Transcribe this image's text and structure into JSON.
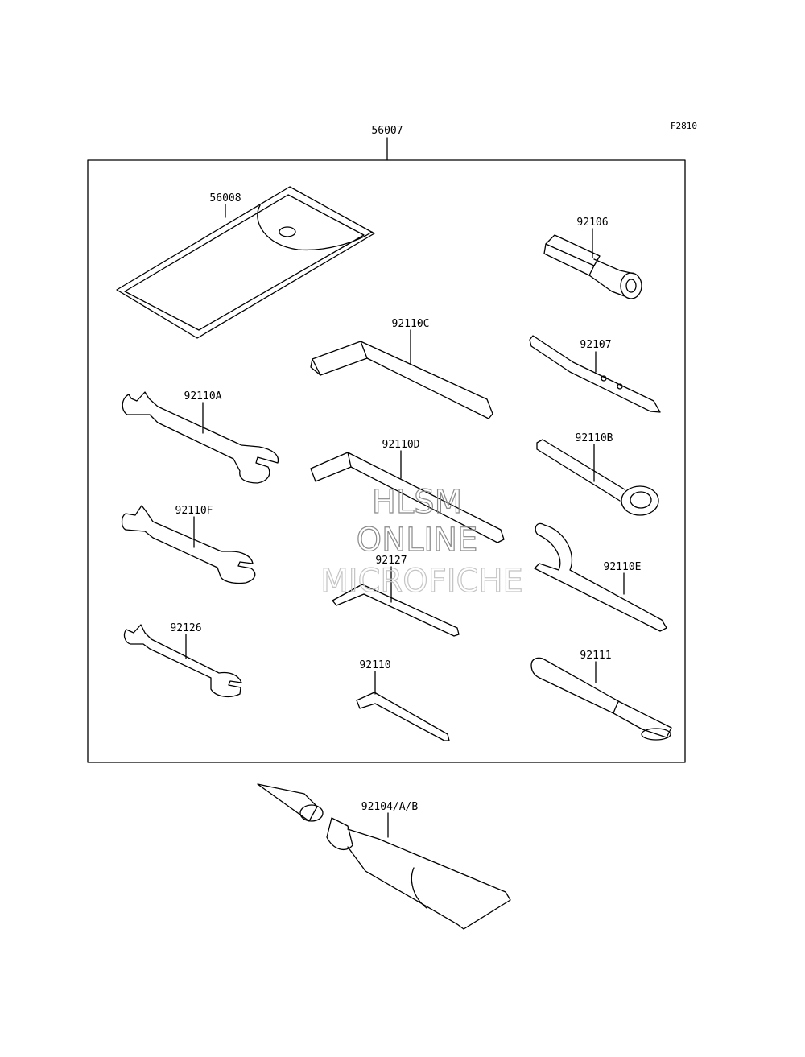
{
  "figure_code": "F2810",
  "kit_label": "56007",
  "parts": {
    "p56008": "56008",
    "p92106": "92106",
    "p92110C": "92110C",
    "p92107": "92107",
    "p92110A": "92110A",
    "p92110D": "92110D",
    "p92110B": "92110B",
    "p92110F": "92110F",
    "p92127": "92127",
    "p92110E": "92110E",
    "p92126": "92126",
    "p92110": "92110",
    "p92111": "92111",
    "p92104": "92104/A/B"
  },
  "watermark": {
    "line1": "HLSM",
    "line2": "ONLINE",
    "line3": "MICROFICHE"
  }
}
